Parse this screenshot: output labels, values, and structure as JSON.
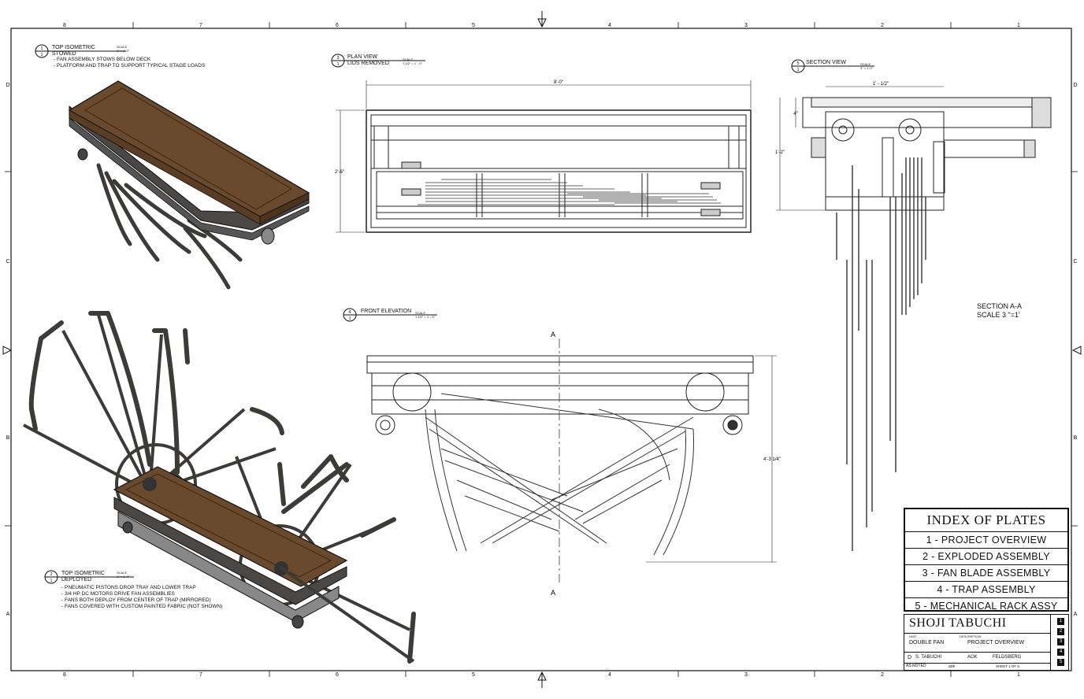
{
  "border": {
    "columns": [
      "8",
      "7",
      "6",
      "5",
      "4",
      "3",
      "2",
      "1"
    ],
    "rows": [
      "D",
      "C",
      "B",
      "A"
    ]
  },
  "views": {
    "top_iso_stowed": {
      "num": "1",
      "sheet": "1",
      "title": "TOP ISOMETRIC",
      "subtitle": "STOWED",
      "scale_label": "SCALE",
      "scale_value": "1\" = 1'-0\"",
      "notes": [
        "FAN ASSEMBLY STOWS BELOW DECK",
        "PLATFORM AND TRAP TO SUPPORT TYPICAL STAGE LOADS"
      ]
    },
    "plan_view": {
      "num": "3",
      "sheet": "1",
      "title": "PLAN VIEW",
      "subtitle": "LIDS REMOVED",
      "scale_label": "SCALE",
      "scale_value": "1 1/2\" = 1' - 0\"",
      "dim_width": "8'-0\"",
      "dim_height": "2'-6\""
    },
    "section_view": {
      "num": "5",
      "sheet": "1",
      "title": "SECTION VIEW",
      "scale_label": "SCALE",
      "scale_value": "3\" = 1'-0\"",
      "dim_top": "1' - 1/2\"",
      "dim_small": "4\"",
      "dim_height": "1'-2\""
    },
    "front_elevation": {
      "num": "4",
      "sheet": "1",
      "title": "FRONT ELEVATION",
      "scale_label": "SCALE",
      "scale_value": "1 1/2\" = 1' - 0\"",
      "section_marker": "A",
      "dim_height": "4'-3 1/4\""
    },
    "top_iso_deployed": {
      "num": "2",
      "sheet": "1",
      "title": "TOP ISOMETRIC",
      "subtitle": "DEPLOYED",
      "scale_label": "SCALE",
      "scale_value": "1\" = 1'-0\"",
      "notes": [
        "PNEUMATIC PISTONS DROP TRAY AND LOWER TRAP",
        "3/4 HP DC MOTORS DRIVE FAN ASSEMBLIES",
        "FANS BOTH DEPLOY FROM CENTER OF TRAP (MIRRORED)",
        "FANS COVERED WITH CUSTOM PAINTED FABRIC (NOT SHOWN)"
      ]
    }
  },
  "section_caption": {
    "line1": "SECTION A-A",
    "line2": "SCALE 3 \"=1'"
  },
  "index": {
    "title": "INDEX OF PLATES",
    "items": [
      "1 - PROJECT OVERVIEW",
      "2 - EXPLODED ASSEMBLY",
      "3 - FAN BLADE ASSEMBLY",
      "4 - TRAP ASSEMBLY",
      "5 - MECHANICAL RACK ASSY"
    ]
  },
  "title_block": {
    "firm": "SHOJI TABUCHI",
    "unit_label": "UNIT",
    "unit": "DOUBLE FAN",
    "description_label": "DESCRIPTION",
    "description": "PROJECT OVERVIEW",
    "size": "D",
    "drawn_by": "S. TABUCHI",
    "checked": "AOK",
    "approved": "FELDSBERG",
    "scale": "AS NOTED",
    "scale_initials": "aok",
    "sheet_text": "SHEET 1 OF 5",
    "side_marks": [
      "1",
      "2",
      "3",
      "4",
      "5"
    ]
  },
  "colors": {
    "wood": "#6a4a2c",
    "metal": "#3d3b38",
    "line": "#1a1a1a",
    "paper": "#ffffff"
  }
}
